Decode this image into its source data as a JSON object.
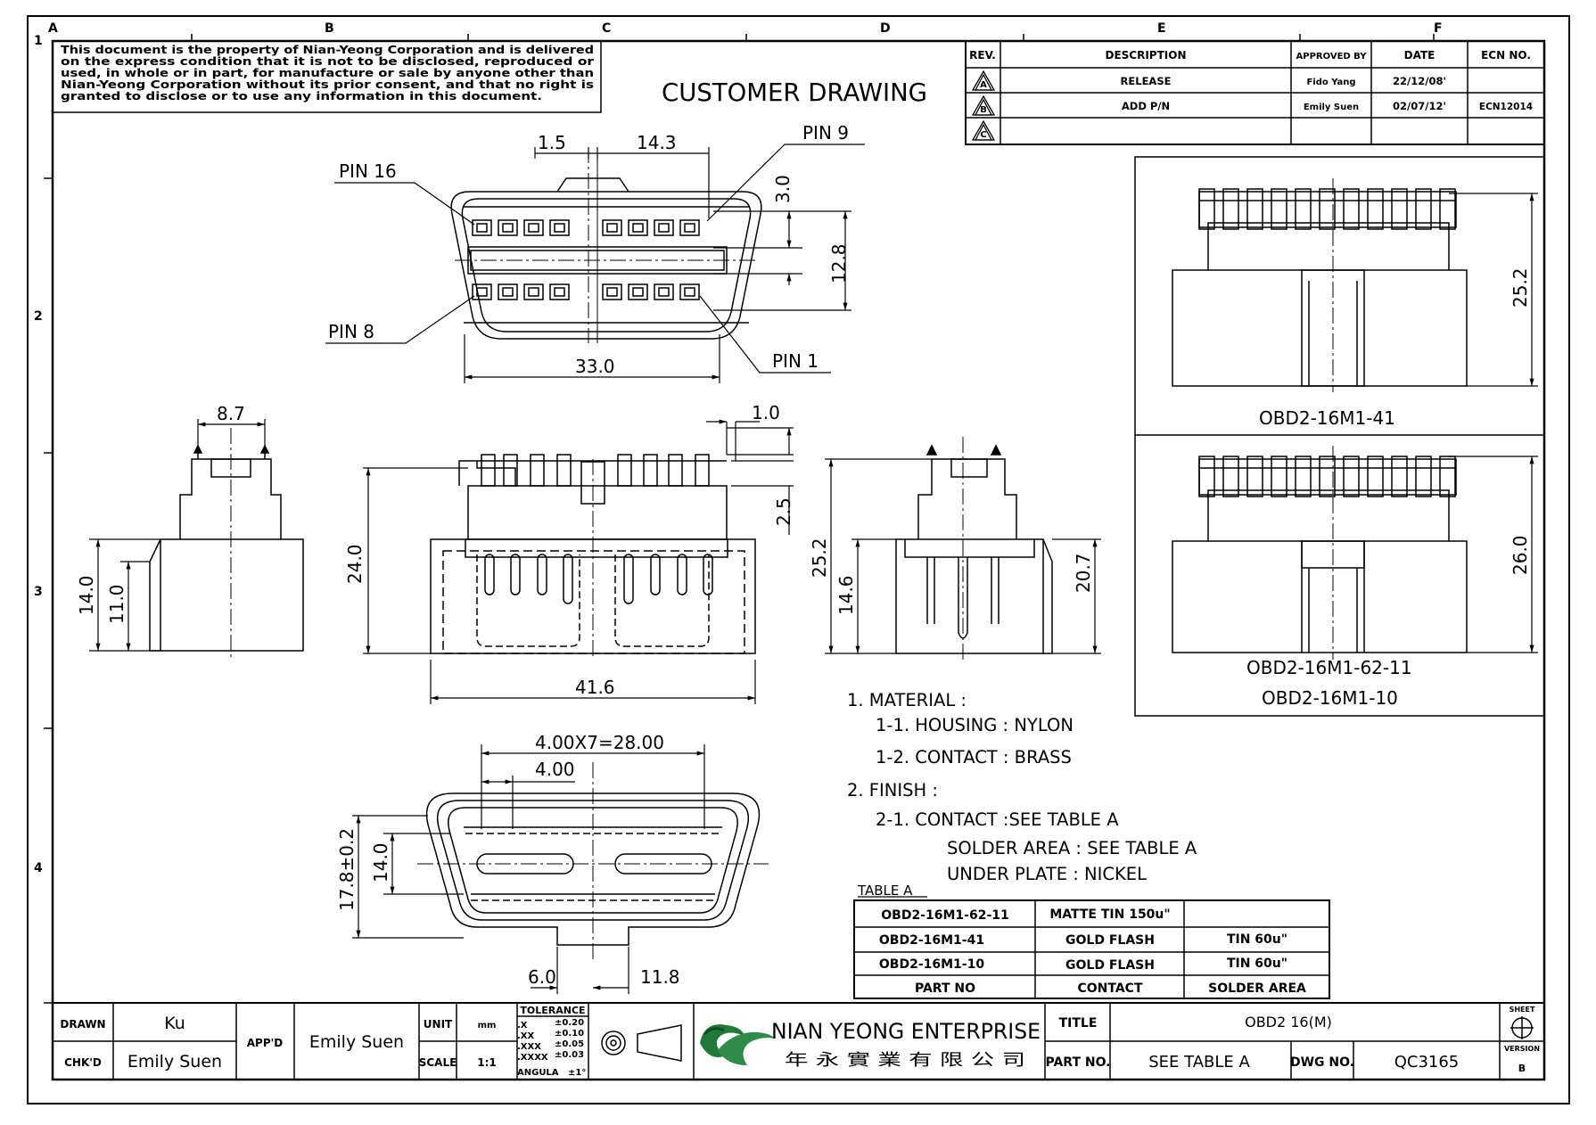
{
  "grid": {
    "cols": [
      "A",
      "B",
      "C",
      "D",
      "E",
      "F"
    ],
    "rows": [
      "1",
      "2",
      "3",
      "4"
    ]
  },
  "notice": [
    "This document is the property of Nian-Yeong Corporation and is delivered",
    "on  the  express condition that it is not to be disclosed, reproduced or",
    "used, in whole or in part, for manufacture or sale by anyone other than",
    "Nian-Yeong Corporation without  its prior consent, and that  no right  is",
    "granted  to disclose  or to use any information in  this  document."
  ],
  "heading": "CUSTOMER  DRAWING",
  "revision_table": {
    "headers": [
      "REV.",
      "DESCRIPTION",
      "APPROVED BY",
      "DATE",
      "ECN NO."
    ],
    "rows": [
      {
        "rev": "A",
        "description": "RELEASE",
        "approved": "Fido Yang",
        "date": "22/12/08'",
        "ecn": ""
      },
      {
        "rev": "B",
        "description": "ADD P/N",
        "approved": "Emily Suen",
        "date": "02/07/12'",
        "ecn": "ECN12014"
      },
      {
        "rev": "C",
        "description": "",
        "approved": "",
        "date": "",
        "ecn": ""
      }
    ]
  },
  "front_view": {
    "pin16": "PIN  16",
    "pin9": "PIN  9",
    "pin8": "PIN  8",
    "pin1": "PIN  1",
    "dim_pitch_small": "1.5",
    "dim_pitch_large": "14.3",
    "dim_height_a": "3.0",
    "dim_height_b": "12.8",
    "dim_width": "33.0"
  },
  "side_view_left": {
    "dim_top": "8.7",
    "dim_h1": "14.0",
    "dim_h2": "11.0"
  },
  "main_view": {
    "dim_tab": "1.0",
    "dim_height": "24.0",
    "dim_step": "2.5",
    "dim_width": "41.6"
  },
  "side_view_right": {
    "dim_h1": "25.2",
    "dim_h2": "14.6",
    "dim_h3": "20.7"
  },
  "bottom_view": {
    "dim_pitch_total": "4.00X7=28.00",
    "dim_pitch": "4.00",
    "dim_outer": "17.8±0.2",
    "dim_inner": "14.0",
    "dim_key_a": "6.0",
    "dim_key_b": "11.8"
  },
  "variant_views": [
    {
      "label": "OBD2-16M1-41",
      "dim": "25.2"
    },
    {
      "label_a": "OBD2-16M1-62-11",
      "label_b": "OBD2-16M1-10",
      "dim": "26.0"
    }
  ],
  "notes": {
    "n1": "1.  MATERIAL  :",
    "n11": "1-1.  HOUSING  :  NYLON",
    "n12": "1-2.  CONTACT    :  BRASS",
    "n2": "2.  FINISH  :",
    "n21": "2-1.  CONTACT    :SEE  TABLE  A",
    "n22": "SOLDER  AREA  :  SEE  TABLE  A",
    "n23": "UNDER  PLATE  :  NICKEL"
  },
  "table_a": {
    "caption": "TABLE  A",
    "rows": [
      [
        "OBD2-16M1-62-11",
        "MATTE  TIN  150u\"",
        ""
      ],
      [
        "OBD2-16M1-41",
        "GOLD  FLASH",
        "TIN  60u\""
      ],
      [
        "OBD2-16M1-10",
        "GOLD  FLASH",
        "TIN  60u\""
      ]
    ],
    "headers": [
      "PART  NO",
      "CONTACT",
      "SOLDER  AREA"
    ]
  },
  "title_block": {
    "drawn_label": "DRAWN",
    "drawn": "Ku",
    "chkd_label": "CHK'D",
    "chkd": "Emily  Suen",
    "appd_label": "APP'D",
    "appd": "Emily  Suen",
    "unit_label": "UNIT",
    "unit": "mm",
    "scale_label": "SCALE",
    "scale": "1:1",
    "tolerance_label": "TOLERANCE",
    "tolerance": [
      [
        ".X",
        "±0.20"
      ],
      [
        ".XX",
        "±0.10"
      ],
      [
        ".XXX",
        "±0.05"
      ],
      [
        ".XXXX",
        "±0.03"
      ],
      [
        "ANGULA",
        "±1°"
      ]
    ],
    "company": "NIAN YEONG ENTERPRISE",
    "company_cn": "年 永 實 業 有 限 公 司",
    "title_label": "TITLE",
    "title": "OBD2  16(M)",
    "partno_label": "PART NO.",
    "partno": "SEE  TABLE  A",
    "dwgno_label": "DWG NO.",
    "dwgno": "QC3165",
    "sheet_label": "SHEET",
    "version_label": "VERSION",
    "version": "B"
  }
}
